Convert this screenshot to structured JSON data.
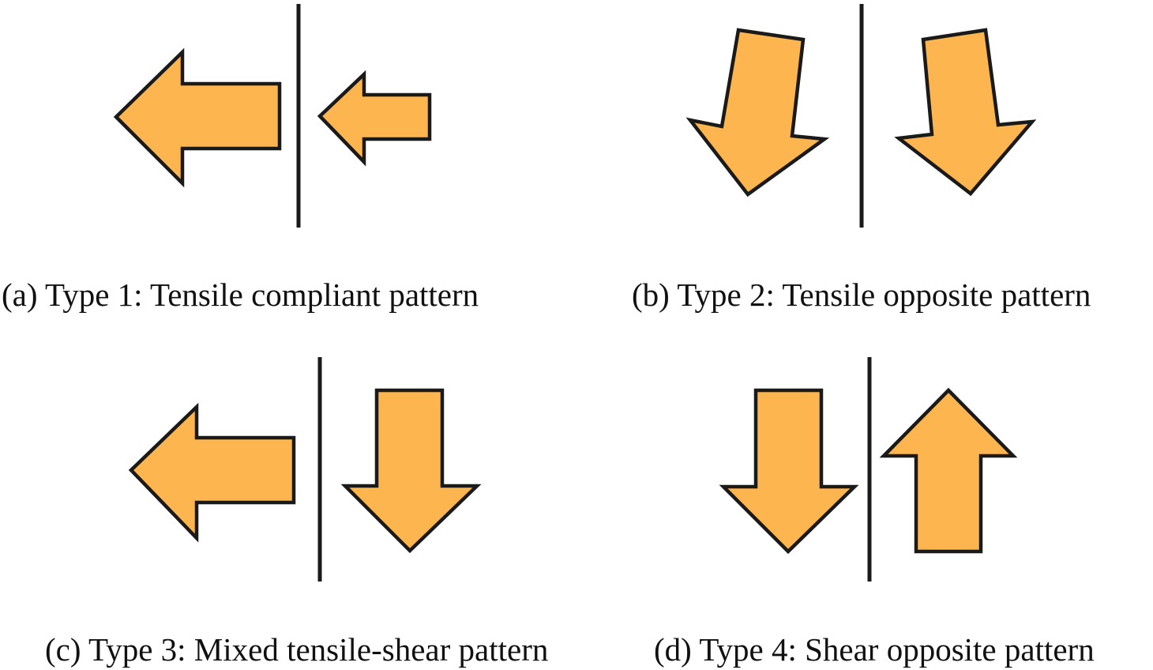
{
  "panels": [
    {
      "id": "a",
      "caption": "(a) Type 1: Tensile compliant pattern"
    },
    {
      "id": "b",
      "caption": "(b) Type 2: Tensile opposite pattern"
    },
    {
      "id": "c",
      "caption": "(c) Type 3: Mixed tensile-shear pattern"
    },
    {
      "id": "d",
      "caption": "(d) Type 4: Shear opposite pattern"
    }
  ],
  "colors": {
    "arrow_fill": "#FDB54F",
    "arrow_stroke": "#1a1a1a",
    "divider": "#1a1a1a"
  }
}
